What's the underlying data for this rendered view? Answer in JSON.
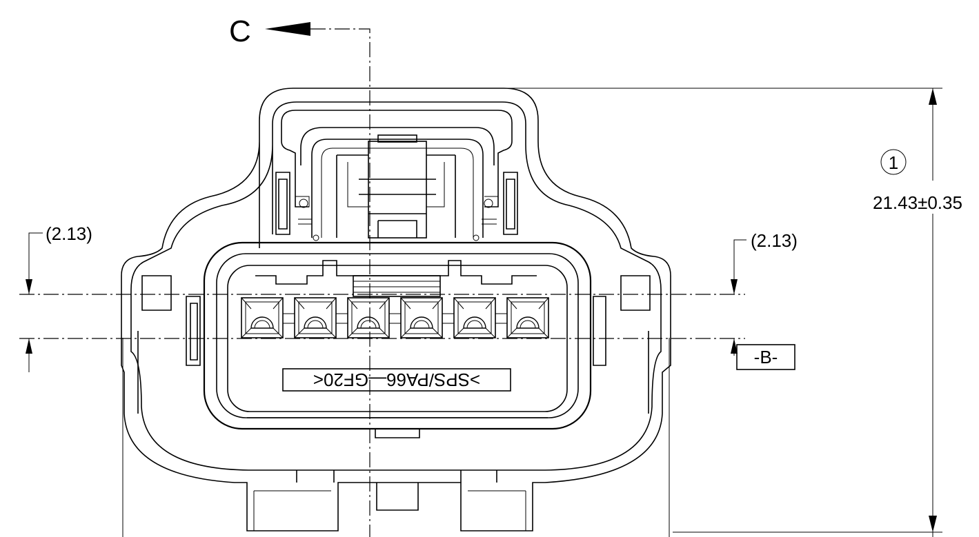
{
  "section_marker": {
    "letter": "C"
  },
  "dimensions": {
    "height_value": "21.43±0.35",
    "balloon_number": "1",
    "ref_left": "(2.13)",
    "ref_right": "(2.13)"
  },
  "datum": {
    "label": "-B-"
  },
  "material_marking": {
    "text": ">SPS/PA66—GF20<"
  }
}
